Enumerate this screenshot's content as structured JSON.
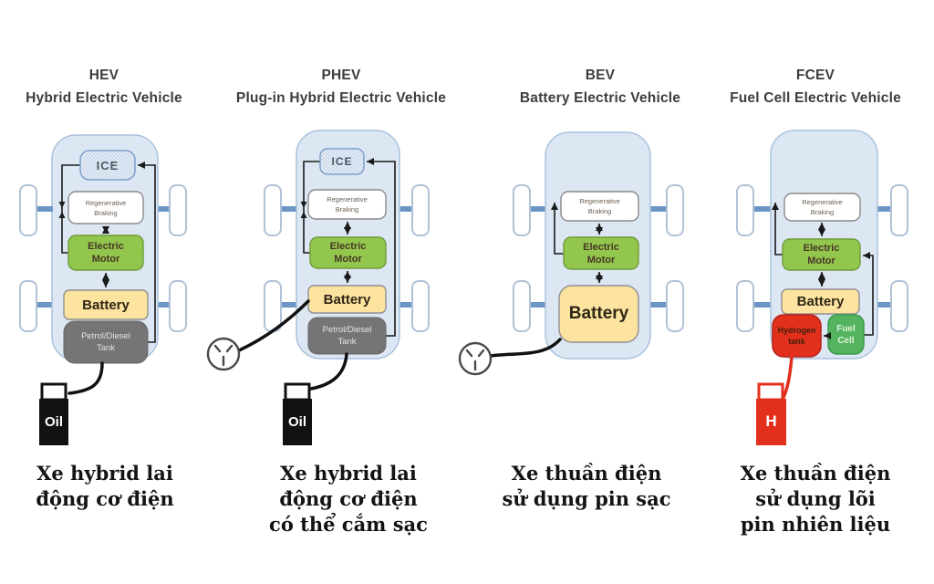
{
  "titles": [
    {
      "abbr": "HEV",
      "full": "Hybrid Electric Vehicle"
    },
    {
      "abbr": "PHEV",
      "full": "Plug-in Hybrid Electric Vehicle"
    },
    {
      "abbr": "BEV",
      "full": "Battery Electric Vehicle"
    },
    {
      "abbr": "FCEV",
      "full": "Fuel Cell Electric Vehicle"
    }
  ],
  "labels": {
    "ice": "ICE",
    "regen": "Regenerative\nBraking",
    "motor": "Electric\nMotor",
    "battery": "Battery",
    "tank": "Petrol/Diesel\nTank",
    "hydrogen_tank": "Hydrogen\ntank",
    "fuel_cell": "Fuel\nCell",
    "oil_pump": "Oil",
    "hydrogen_pump": "H"
  },
  "captions": [
    {
      "lines": [
        "Xe hybrid lai",
        "động cơ điện"
      ]
    },
    {
      "lines": [
        "Xe hybrid lai",
        "động cơ điện",
        "có thể cắm sạc"
      ]
    },
    {
      "lines": [
        "Xe thuần điện",
        "sử dụng pin sạc"
      ]
    },
    {
      "lines": [
        "Xe thuần điện",
        "sử dụng lõi",
        "pin nhiên liệu"
      ]
    }
  ],
  "colors": {
    "car_body_fill": "#dce7f3",
    "car_body_border": "#aac2dc",
    "wheel_fill": "#ffffff",
    "wheel_border": "#b0c2d6",
    "axle": "#6b95c4",
    "line": "#1a1a1a",
    "ice_border": "#7f9fca",
    "regen_fill": "#ffffff",
    "regen_border": "#8a8a8a",
    "motor_fill": "#93c64d",
    "motor_border": "#6e9c38",
    "battery_fill": "#fce3a0",
    "battery_border": "#909090",
    "tank_fill": "#757575",
    "hydrogen_fill": "#e2301c",
    "hydrogen_border": "#b5221a",
    "fuelcell_fill": "#53b35f",
    "fuelcell_border": "#3d9a4d"
  }
}
